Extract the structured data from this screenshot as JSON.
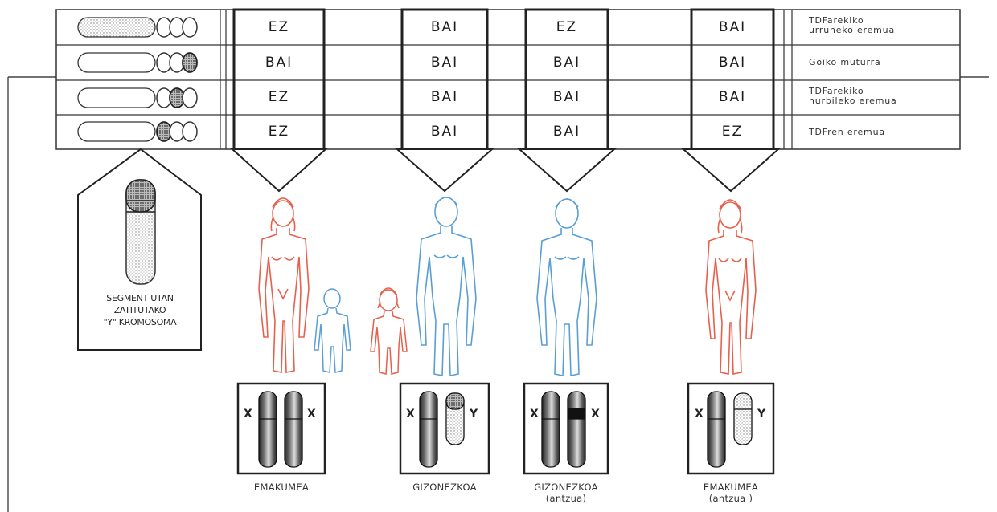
{
  "regions": [
    {
      "line1": "TDFarekiko",
      "line2": "urruneko eremua"
    },
    {
      "line1": "Goiko muturra",
      "line2": ""
    },
    {
      "line1": "TDFarekiko",
      "line2": "hurbileko eremua"
    },
    {
      "line1": "TDFren eremua",
      "line2": ""
    }
  ],
  "columns": [
    {
      "values": [
        "EZ",
        "BAI",
        "EZ",
        "EZ"
      ],
      "caption1": "EMAKUMEA",
      "caption2": "",
      "sex": "female",
      "pair": [
        "X",
        "X"
      ]
    },
    {
      "values": [
        "BAI",
        "BAI",
        "BAI",
        "BAI"
      ],
      "caption1": "GIZONEZKOA",
      "caption2": "",
      "sex": "male",
      "pair": [
        "X",
        "Y"
      ]
    },
    {
      "values": [
        "EZ",
        "BAI",
        "BAI",
        "BAI"
      ],
      "caption1": "GIZONEZKOA",
      "caption2": "(antzua)",
      "sex": "male",
      "pair": [
        "X",
        "X"
      ]
    },
    {
      "values": [
        "BAI",
        "BAI",
        "BAI",
        "EZ"
      ],
      "caption1": "EMAKUMEA",
      "caption2": "(antzua )",
      "sex": "female",
      "pair": [
        "X",
        "Y"
      ]
    }
  ],
  "segmented_chromosome": {
    "line1": "SEGMENT UTAN",
    "line2": "ZATITUTAKO",
    "line3": "\"Y\" KROMOSOMA"
  },
  "colors": {
    "female": "#e8604c",
    "male": "#5a9fd4",
    "ink": "#1c1c1c"
  }
}
